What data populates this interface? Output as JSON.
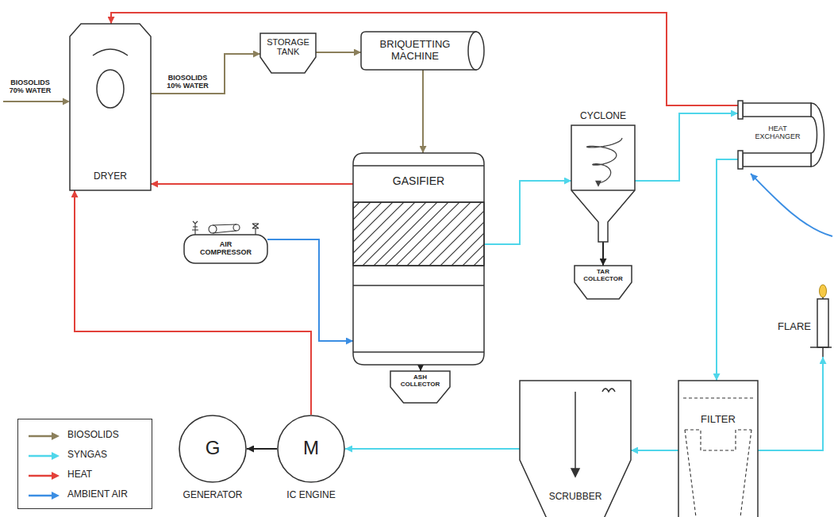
{
  "diagram": {
    "nodes": [
      {
        "text": [
          "DRYER"
        ]
      },
      {
        "text": [
          "STORAGE TANK"
        ]
      },
      {
        "text": [
          "BRIQUETTING MACHINE"
        ]
      },
      {
        "text": [
          "GASIFIER"
        ]
      },
      {
        "text": [
          "AIR COMPRESSOR"
        ]
      },
      {
        "text": [
          "ASH COLLECTOR"
        ]
      },
      {
        "text": [
          "CYCLONE"
        ]
      },
      {
        "text": [
          "TAR COLLECTOR"
        ]
      },
      {
        "text": [
          "HEAT EXCHANGER"
        ]
      },
      {
        "text": [
          "FLARE"
        ]
      },
      {
        "text": [
          "FILTER"
        ]
      },
      {
        "text": [
          "SCRUBBER"
        ]
      },
      {
        "text": [
          "M",
          "IC ENGINE"
        ]
      },
      {
        "text": [
          "G",
          "GENERATOR"
        ]
      }
    ],
    "edges": [
      {
        "from": 0,
        "to": 1,
        "arrow": "to",
        "label": "BIOSOLIDS 10% WATER"
      },
      {
        "from": 1,
        "to": 2,
        "arrow": "to"
      },
      {
        "from": 2,
        "to": 3,
        "arrow": "to"
      },
      {
        "from": 3,
        "to": 0,
        "arrow": "to"
      },
      {
        "from": 4,
        "to": 3,
        "arrow": "to"
      },
      {
        "from": 3,
        "to": 5,
        "arrow": "to"
      },
      {
        "from": 3,
        "to": 6,
        "arrow": "to"
      },
      {
        "from": 6,
        "to": 7,
        "arrow": "to"
      },
      {
        "from": 6,
        "to": 8,
        "arrow": "to"
      },
      {
        "from": 8,
        "to": 0,
        "arrow": "to"
      },
      {
        "from": 8,
        "to": 10,
        "arrow": "to"
      },
      {
        "from": 10,
        "to": 9,
        "arrow": "to"
      },
      {
        "from": 10,
        "to": 11,
        "arrow": "to"
      },
      {
        "from": 11,
        "to": 12,
        "arrow": "to"
      },
      {
        "from": 12,
        "to": 13,
        "arrow": "to"
      },
      {
        "from": 12,
        "to": 0,
        "arrow": "to"
      }
    ],
    "labels": [
      "BIOSOLIDS 70% WATER"
    ],
    "legend": [
      {
        "text": "BIOSOLIDS",
        "color": "#8b7f5b"
      },
      {
        "text": "SYNGAS",
        "color": "#4fd6ea"
      },
      {
        "text": "HEAT",
        "color": "#e2413a"
      },
      {
        "text": "AMBIENT AIR",
        "color": "#3b8ee3"
      }
    ]
  }
}
